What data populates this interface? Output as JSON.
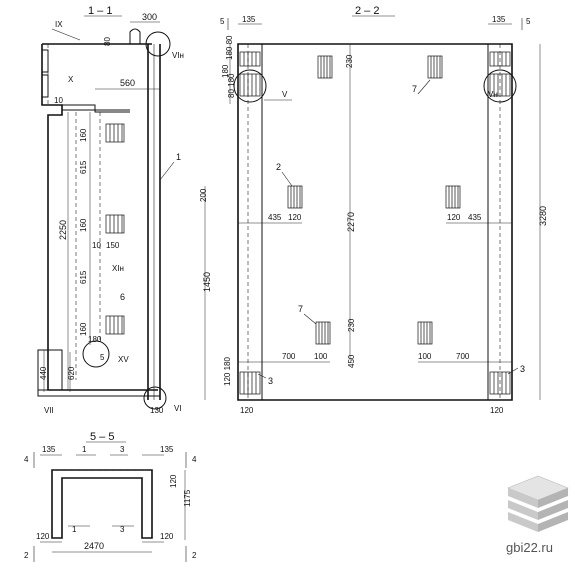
{
  "sections": {
    "s11": "1 – 1",
    "s22": "2 – 2",
    "s55": "5 – 5"
  },
  "dims": {
    "d300": "300",
    "d560": "560",
    "d80": "80",
    "d10a": "10",
    "d2250": "2250",
    "d160a": "160",
    "d615a": "615",
    "d160b": "160",
    "d10b": "10",
    "d150": "150",
    "d615b": "615",
    "d160c": "160",
    "d180": "180",
    "d440": "440",
    "d620": "620",
    "d130": "130",
    "d135l": "135",
    "d135r": "135",
    "d180_80": "180 80",
    "d180l": "180",
    "d80_180": "80 180",
    "d230a": "230",
    "d435a": "435",
    "d120a": "120",
    "d2270": "2270",
    "d435b": "435",
    "d120b": "120",
    "d3280": "3280",
    "d200": "200",
    "d1450": "1450",
    "d700a": "700",
    "d100a": "100",
    "d230b": "230",
    "d450": "450",
    "d100b": "100",
    "d700b": "700",
    "d120_180": "120 180",
    "d120c": "120",
    "d120d": "120",
    "e135a": "135",
    "e135b": "135",
    "e1175": "1175",
    "e120v": "120",
    "e120a": "120",
    "e2470": "2470",
    "e120b": "120"
  },
  "marks": {
    "IX": "IX",
    "VIn": "VIн",
    "X": "X",
    "XIn": "XIн",
    "XV": "XV",
    "VII": "VII",
    "VI": "VI",
    "V": "V",
    "Vn": "Vн",
    "n1": "1",
    "n2": "2",
    "n3a": "3",
    "n3b": "3",
    "n5": "5",
    "n6": "6",
    "n7a": "7",
    "n7b": "7",
    "c5a": "5",
    "c5b": "5",
    "c1": "1",
    "c3": "3",
    "c1b": "1",
    "c3b": "3",
    "c4a": "4",
    "c4b": "4",
    "c2a": "2",
    "c2b": "2"
  },
  "watermark": "gbi22.ru"
}
